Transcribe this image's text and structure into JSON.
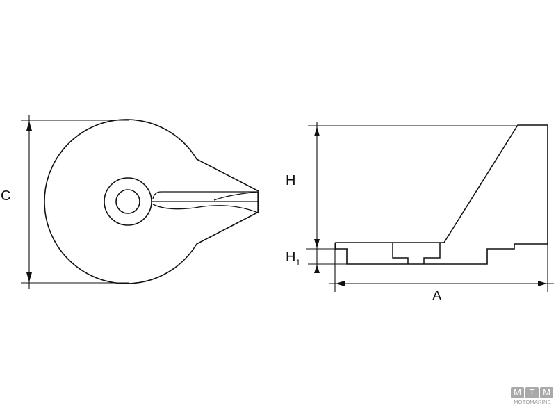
{
  "drawing": {
    "left_view": {
      "name": "Top view (pear-shaped anode with center hole and fin)",
      "dimension_label": "C"
    },
    "right_view": {
      "name": "Side view (profile with sloped fin)",
      "dimension_labels": {
        "height": "H",
        "base_height_main": "H",
        "base_height_sub": "1",
        "length": "A"
      }
    }
  },
  "watermark": {
    "letters": [
      "M",
      "T",
      "M"
    ],
    "text": "MOTOMARINE",
    "color": "#a9a9a9"
  },
  "colors": {
    "line": "#111111",
    "dimension_line": "#333333",
    "background": "#ffffff"
  }
}
